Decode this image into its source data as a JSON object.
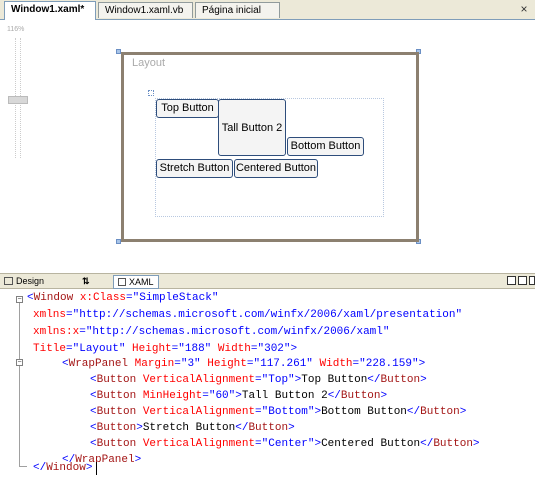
{
  "tabs": [
    {
      "label": "Window1.xaml*",
      "active": true
    },
    {
      "label": "Window1.xaml.vb",
      "active": false
    },
    {
      "label": "Página inicial",
      "active": false
    }
  ],
  "close_glyph": "×",
  "zoom": {
    "label": "116%"
  },
  "designer": {
    "window_title": "Layout",
    "buttons": [
      {
        "label": "Top Button"
      },
      {
        "label": "Tall Button 2"
      },
      {
        "label": "Bottom Button"
      },
      {
        "label": "Stretch Button"
      },
      {
        "label": "Centered Button"
      }
    ]
  },
  "view_tabs": {
    "design": "Design",
    "swap": "⇅",
    "xaml": "XAML"
  },
  "code": {
    "l1": {
      "open": "<",
      "tag": "Window",
      "attr": " x:Class",
      "eq": "=",
      "val": "\"SimpleStack\""
    },
    "l2": {
      "attr": "xmlns",
      "eq": "=",
      "val": "\"http://schemas.microsoft.com/winfx/2006/xaml/presentation\""
    },
    "l3": {
      "attr": "xmlns:x",
      "eq": "=",
      "val": "\"http://schemas.microsoft.com/winfx/2006/xaml\""
    },
    "l4": {
      "a1": "Title",
      "v1": "\"Layout\"",
      "a2": " Height",
      "v2": "\"188\"",
      "a3": " Width",
      "v3": "\"302\"",
      "close": ">"
    },
    "l5": {
      "open": "<",
      "tag": "WrapPanel",
      "a1": " Margin",
      "v1": "\"3\"",
      "a2": " Height",
      "v2": "\"117.261\"",
      "a3": " Width",
      "v3": "\"228.159\"",
      "close": ">"
    },
    "l6": {
      "open": "<",
      "tag": "Button",
      "a1": " VerticalAlignment",
      "v1": "\"Top\"",
      "gt": ">",
      "text": "Top Button",
      "endopen": "</",
      "endtag": "Button",
      "endclose": ">"
    },
    "l7": {
      "open": "<",
      "tag": "Button",
      "a1": " MinHeight",
      "v1": "\"60\"",
      "gt": ">",
      "text": "Tall Button 2",
      "endopen": "</",
      "endtag": "Button",
      "endclose": ">"
    },
    "l8": {
      "open": "<",
      "tag": "Button",
      "a1": " VerticalAlignment",
      "v1": "\"Bottom\"",
      "gt": ">",
      "text": "Bottom Button",
      "endopen": "</",
      "endtag": "Button",
      "endclose": ">"
    },
    "l9": {
      "open": "<",
      "tag": "Button",
      "gt": ">",
      "text": "Stretch Button",
      "endopen": "</",
      "endtag": "Button",
      "endclose": ">"
    },
    "l10": {
      "open": "<",
      "tag": "Button",
      "a1": " VerticalAlignment",
      "v1": "\"Center\"",
      "gt": ">",
      "text": "Centered Button",
      "endopen": "</",
      "endtag": "Button",
      "endclose": ">"
    },
    "l11": {
      "open": "</",
      "tag": "WrapPanel",
      "close": ">"
    },
    "l12": {
      "open": "</",
      "tag": "Window",
      "close": ">"
    }
  }
}
